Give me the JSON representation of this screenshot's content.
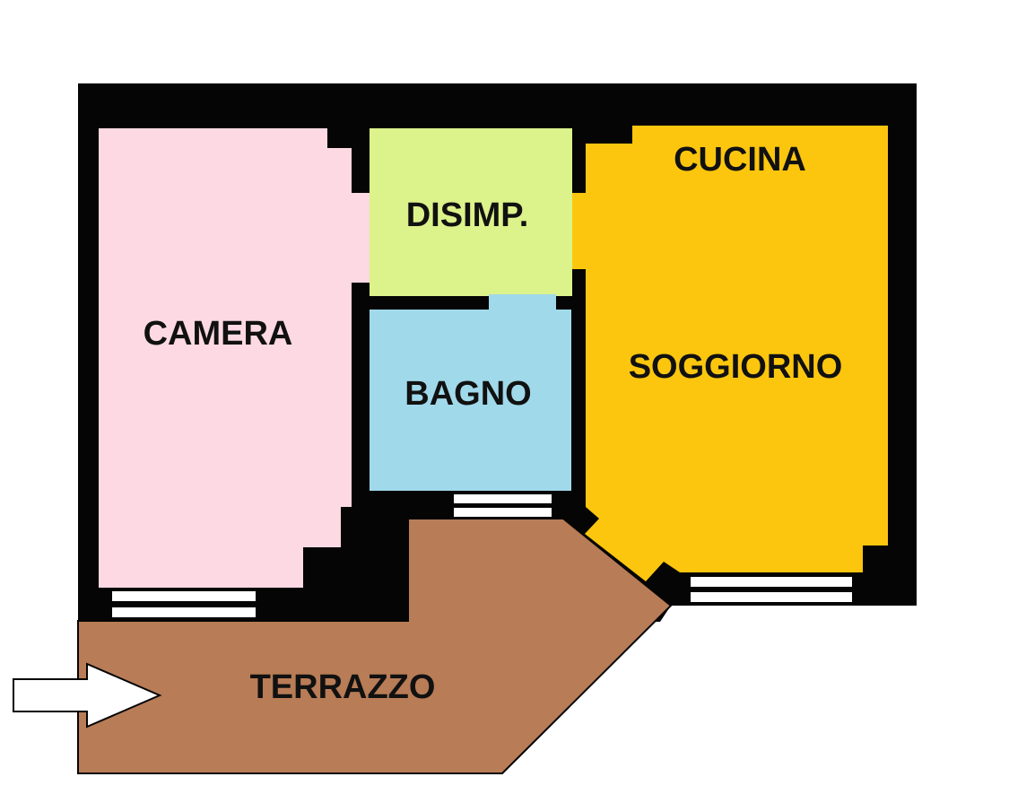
{
  "rooms": {
    "camera": {
      "label": "CAMERA",
      "color": "#fdd9e3"
    },
    "disimpegno": {
      "label": "DISIMP.",
      "color": "#dcf28a"
    },
    "bagno": {
      "label": "BAGNO",
      "color": "#a0d9ea"
    },
    "cucina": {
      "label": "CUCINA",
      "color": "#fcc60e"
    },
    "soggiorno": {
      "label": "SOGGIORNO",
      "color": "#fcc60e"
    },
    "terrazzo": {
      "label": "TERRAZZO",
      "color": "#b87c56"
    }
  },
  "walls_color": "#050505",
  "entrance_icon": "arrow-right-icon"
}
